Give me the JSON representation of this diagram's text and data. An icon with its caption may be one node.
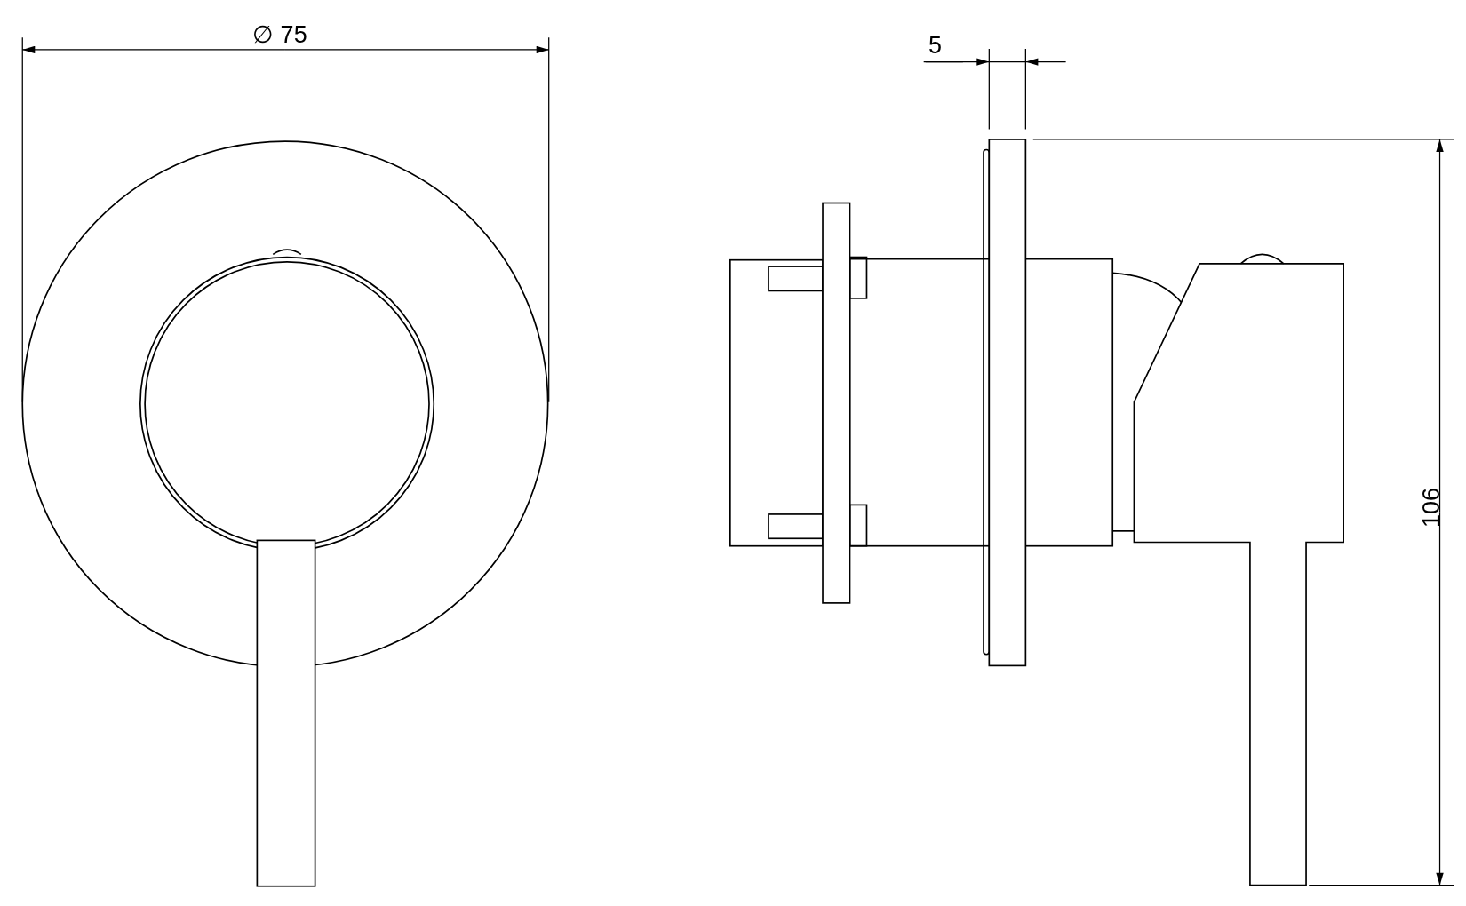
{
  "diagram": {
    "labels": [
      "∅ 75",
      "5",
      "106"
    ]
  }
}
